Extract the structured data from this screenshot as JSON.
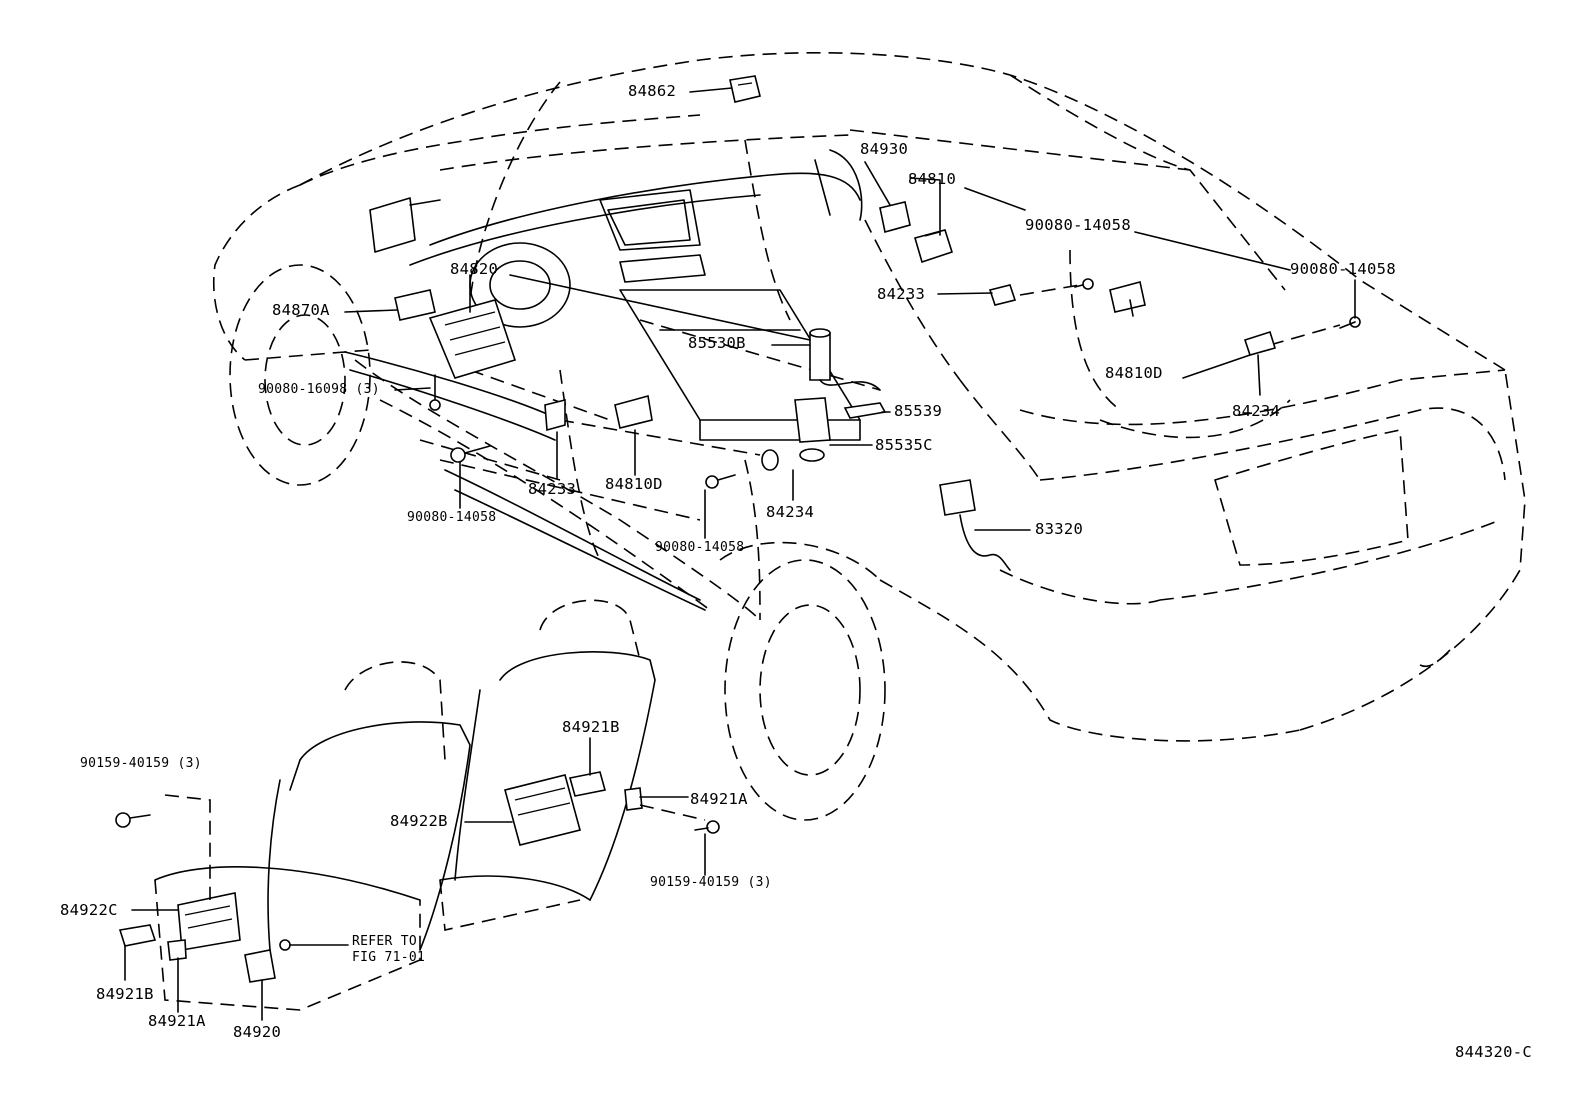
{
  "labels": {
    "p84862": "84862",
    "p84930": "84930",
    "p84810": "84810",
    "p90080_14058_a": "90080-14058",
    "p90080_14058_b": "90080-14058",
    "p84820": "84820",
    "p84870A": "84870A",
    "p84233_a": "84233",
    "p85530B": "85530B",
    "p84810D_a": "84810D",
    "p90080_16098": "90080-16098 (3)",
    "p85539": "85539",
    "p84234_a": "84234",
    "p85535C": "85535C",
    "p84233_b": "84233",
    "p84810D_b": "84810D",
    "p90080_14058_c": "90080-14058",
    "p84234_b": "84234",
    "p90080_14058_d": "90080-14058",
    "p83320": "83320",
    "p84921B_a": "84921B",
    "p84921A_a": "84921A",
    "p90159_40159_a": "90159-40159 (3)",
    "p84922B": "84922B",
    "p90159_40159_b": "90159-40159 (3)",
    "p84922C": "84922C",
    "refer_line1": "REFER TO",
    "refer_line2": "FIG 71-01",
    "p84921B_b": "84921B",
    "p84921A_b": "84921A",
    "p84920": "84920",
    "figure_code": "844320-C"
  }
}
